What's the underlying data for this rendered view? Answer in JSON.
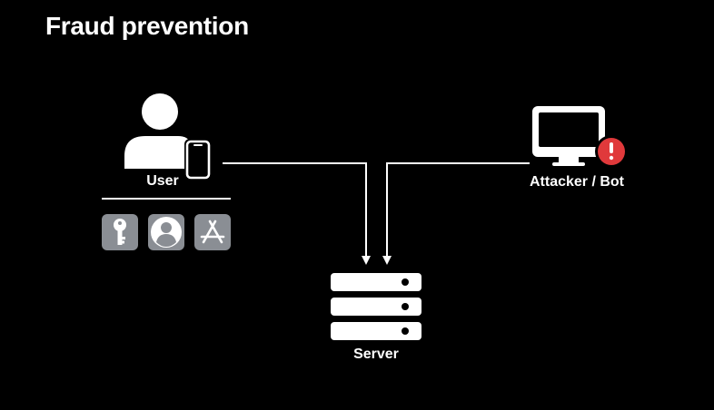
{
  "title": "Fraud prevention",
  "nodes": {
    "user": {
      "label": "User",
      "icons": [
        "person-icon",
        "phone-icon"
      ]
    },
    "attacker": {
      "label": "Attacker / Bot",
      "icons": [
        "monitor-icon",
        "alert-icon"
      ]
    },
    "server": {
      "label": "Server",
      "icons": [
        "server-icon"
      ]
    }
  },
  "user_apps": [
    "key-icon",
    "avatar-icon",
    "app-store-icon"
  ],
  "colors": {
    "background": "#000000",
    "foreground": "#ffffff",
    "tile": "#8a8e94",
    "alert": "#e0393b"
  }
}
